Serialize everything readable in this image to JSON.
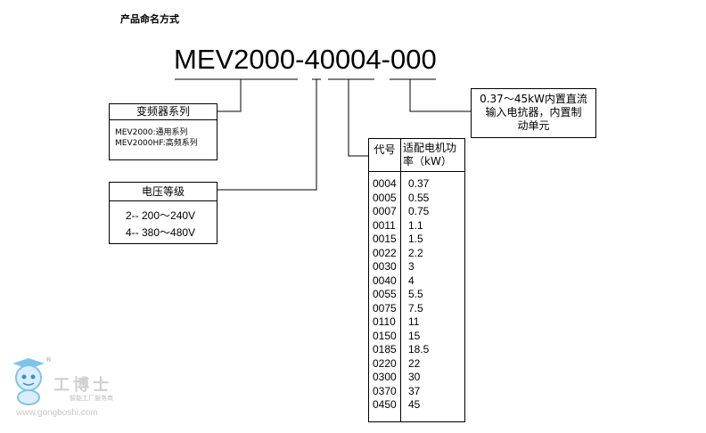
{
  "title": "产品命名方式",
  "model_code": "MEV2000-40004-000",
  "series_box": {
    "header": "变频器系列",
    "lines": [
      "MEV2000:通用系列",
      "MEV2000HF:高频系列"
    ]
  },
  "voltage_box": {
    "header": "电压等级",
    "lines": [
      "2-- 200～240V",
      "4-- 380～480V"
    ]
  },
  "reactor_box": {
    "lines": [
      "0.37～45kW内置直流",
      "输入电抗器，内置制",
      "动单元"
    ]
  },
  "power_table": {
    "col1_header": "代号",
    "col2_header_line1": "适配电机功",
    "col2_header_line2": "率（kW）",
    "codes": [
      "0004",
      "0005",
      "0007",
      "0011",
      "0015",
      "0022",
      "0030",
      "0040",
      "0055",
      "0075",
      "0110",
      "0150",
      "0185",
      "0220",
      "0300",
      "0370",
      "0450"
    ],
    "powers": [
      "0.37",
      "0.55",
      "0.75",
      "1.1",
      "1.5",
      "2.2",
      "3",
      "4",
      "5.5",
      "7.5",
      "11",
      "15",
      "18.5",
      "22",
      "30",
      "37",
      "45"
    ]
  },
  "watermark": {
    "brand": "工博士",
    "tagline": "智能工厂服务商",
    "url": "www.gongboshi.com",
    "registered": "®"
  }
}
